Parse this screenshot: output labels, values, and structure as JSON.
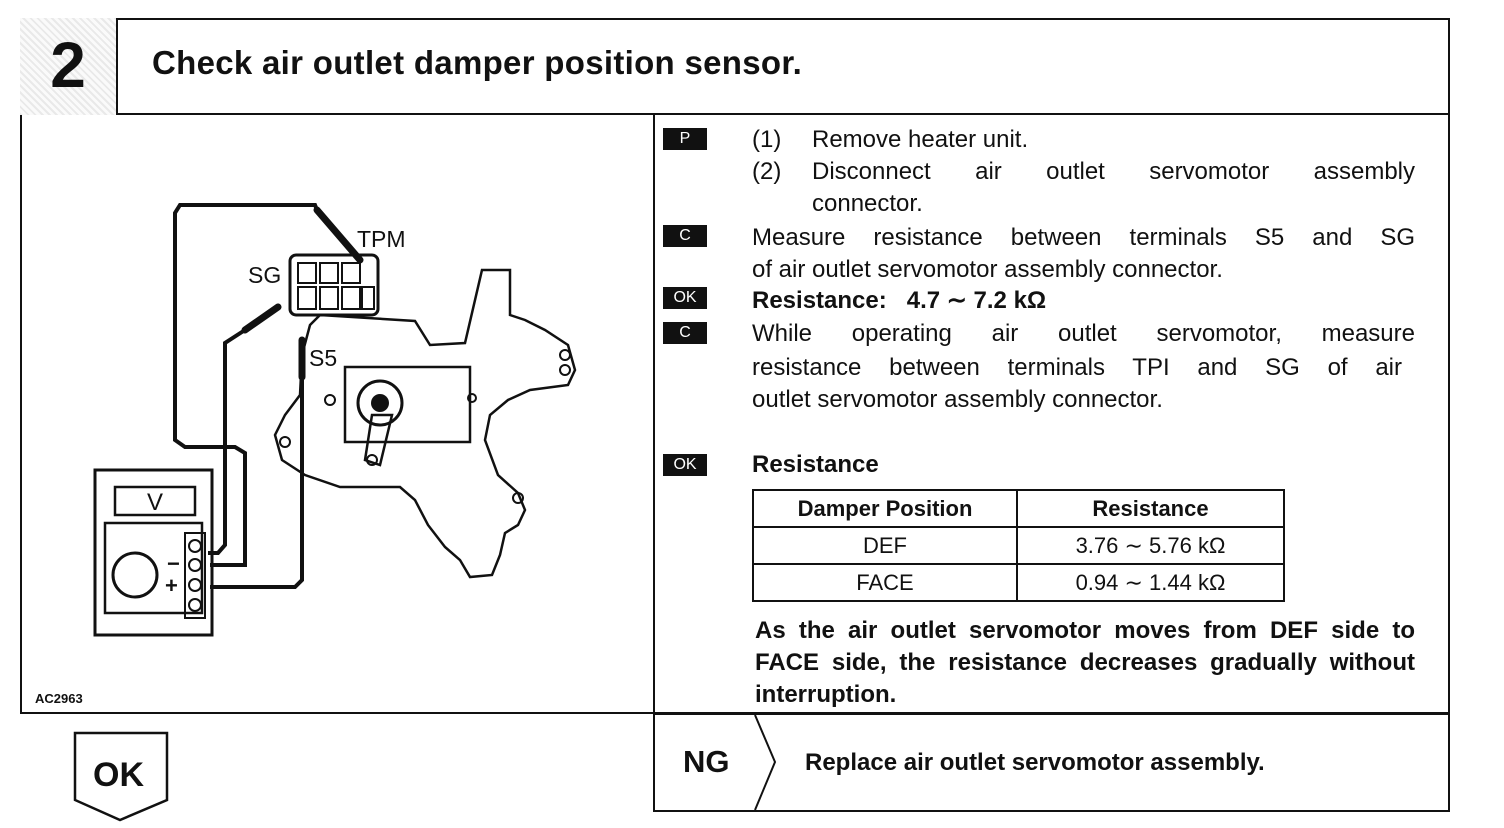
{
  "header": {
    "step_number": "2",
    "title": "Check air outlet damper position sensor."
  },
  "diagram": {
    "figure_id": "AC2963",
    "labels": {
      "tpm": "TPM",
      "sg": "SG",
      "s5": "S5"
    },
    "meter": {
      "display": "V",
      "minus": "−",
      "plus": "+"
    }
  },
  "steps": {
    "p_badge": "P",
    "p_items": [
      {
        "num": "(1)",
        "text": "Remove heater unit."
      },
      {
        "num": "(2)",
        "text": "Disconnect air outlet servomotor assembly",
        "cont": "connector."
      }
    ],
    "c1_badge": "C",
    "c1_lines": [
      "Measure resistance between terminals S5 and SG",
      "of air outlet servomotor assembly connector."
    ],
    "ok1_badge": "OK",
    "ok1_text": "Resistance:   4.7 ∼ 7.2 kΩ",
    "c2_badge": "C",
    "c2_lines": [
      "While operating air outlet servomotor, measure",
      "resistance between terminals TPI and SG of air",
      "outlet servomotor assembly connector."
    ],
    "ok2_badge": "OK",
    "ok2_title": "Resistance"
  },
  "table": {
    "headers": [
      "Damper Position",
      "Resistance"
    ],
    "rows": [
      [
        "DEF",
        "3.76 ∼ 5.76 kΩ"
      ],
      [
        "FACE",
        "0.94 ∼ 1.44 kΩ"
      ]
    ]
  },
  "note": "As the air outlet servomotor moves from DEF side to FACE side, the resistance decreases gradually without interruption.",
  "result": {
    "ok_label": "OK",
    "ng_label": "NG",
    "ng_action": "Replace air outlet servomotor assembly."
  }
}
